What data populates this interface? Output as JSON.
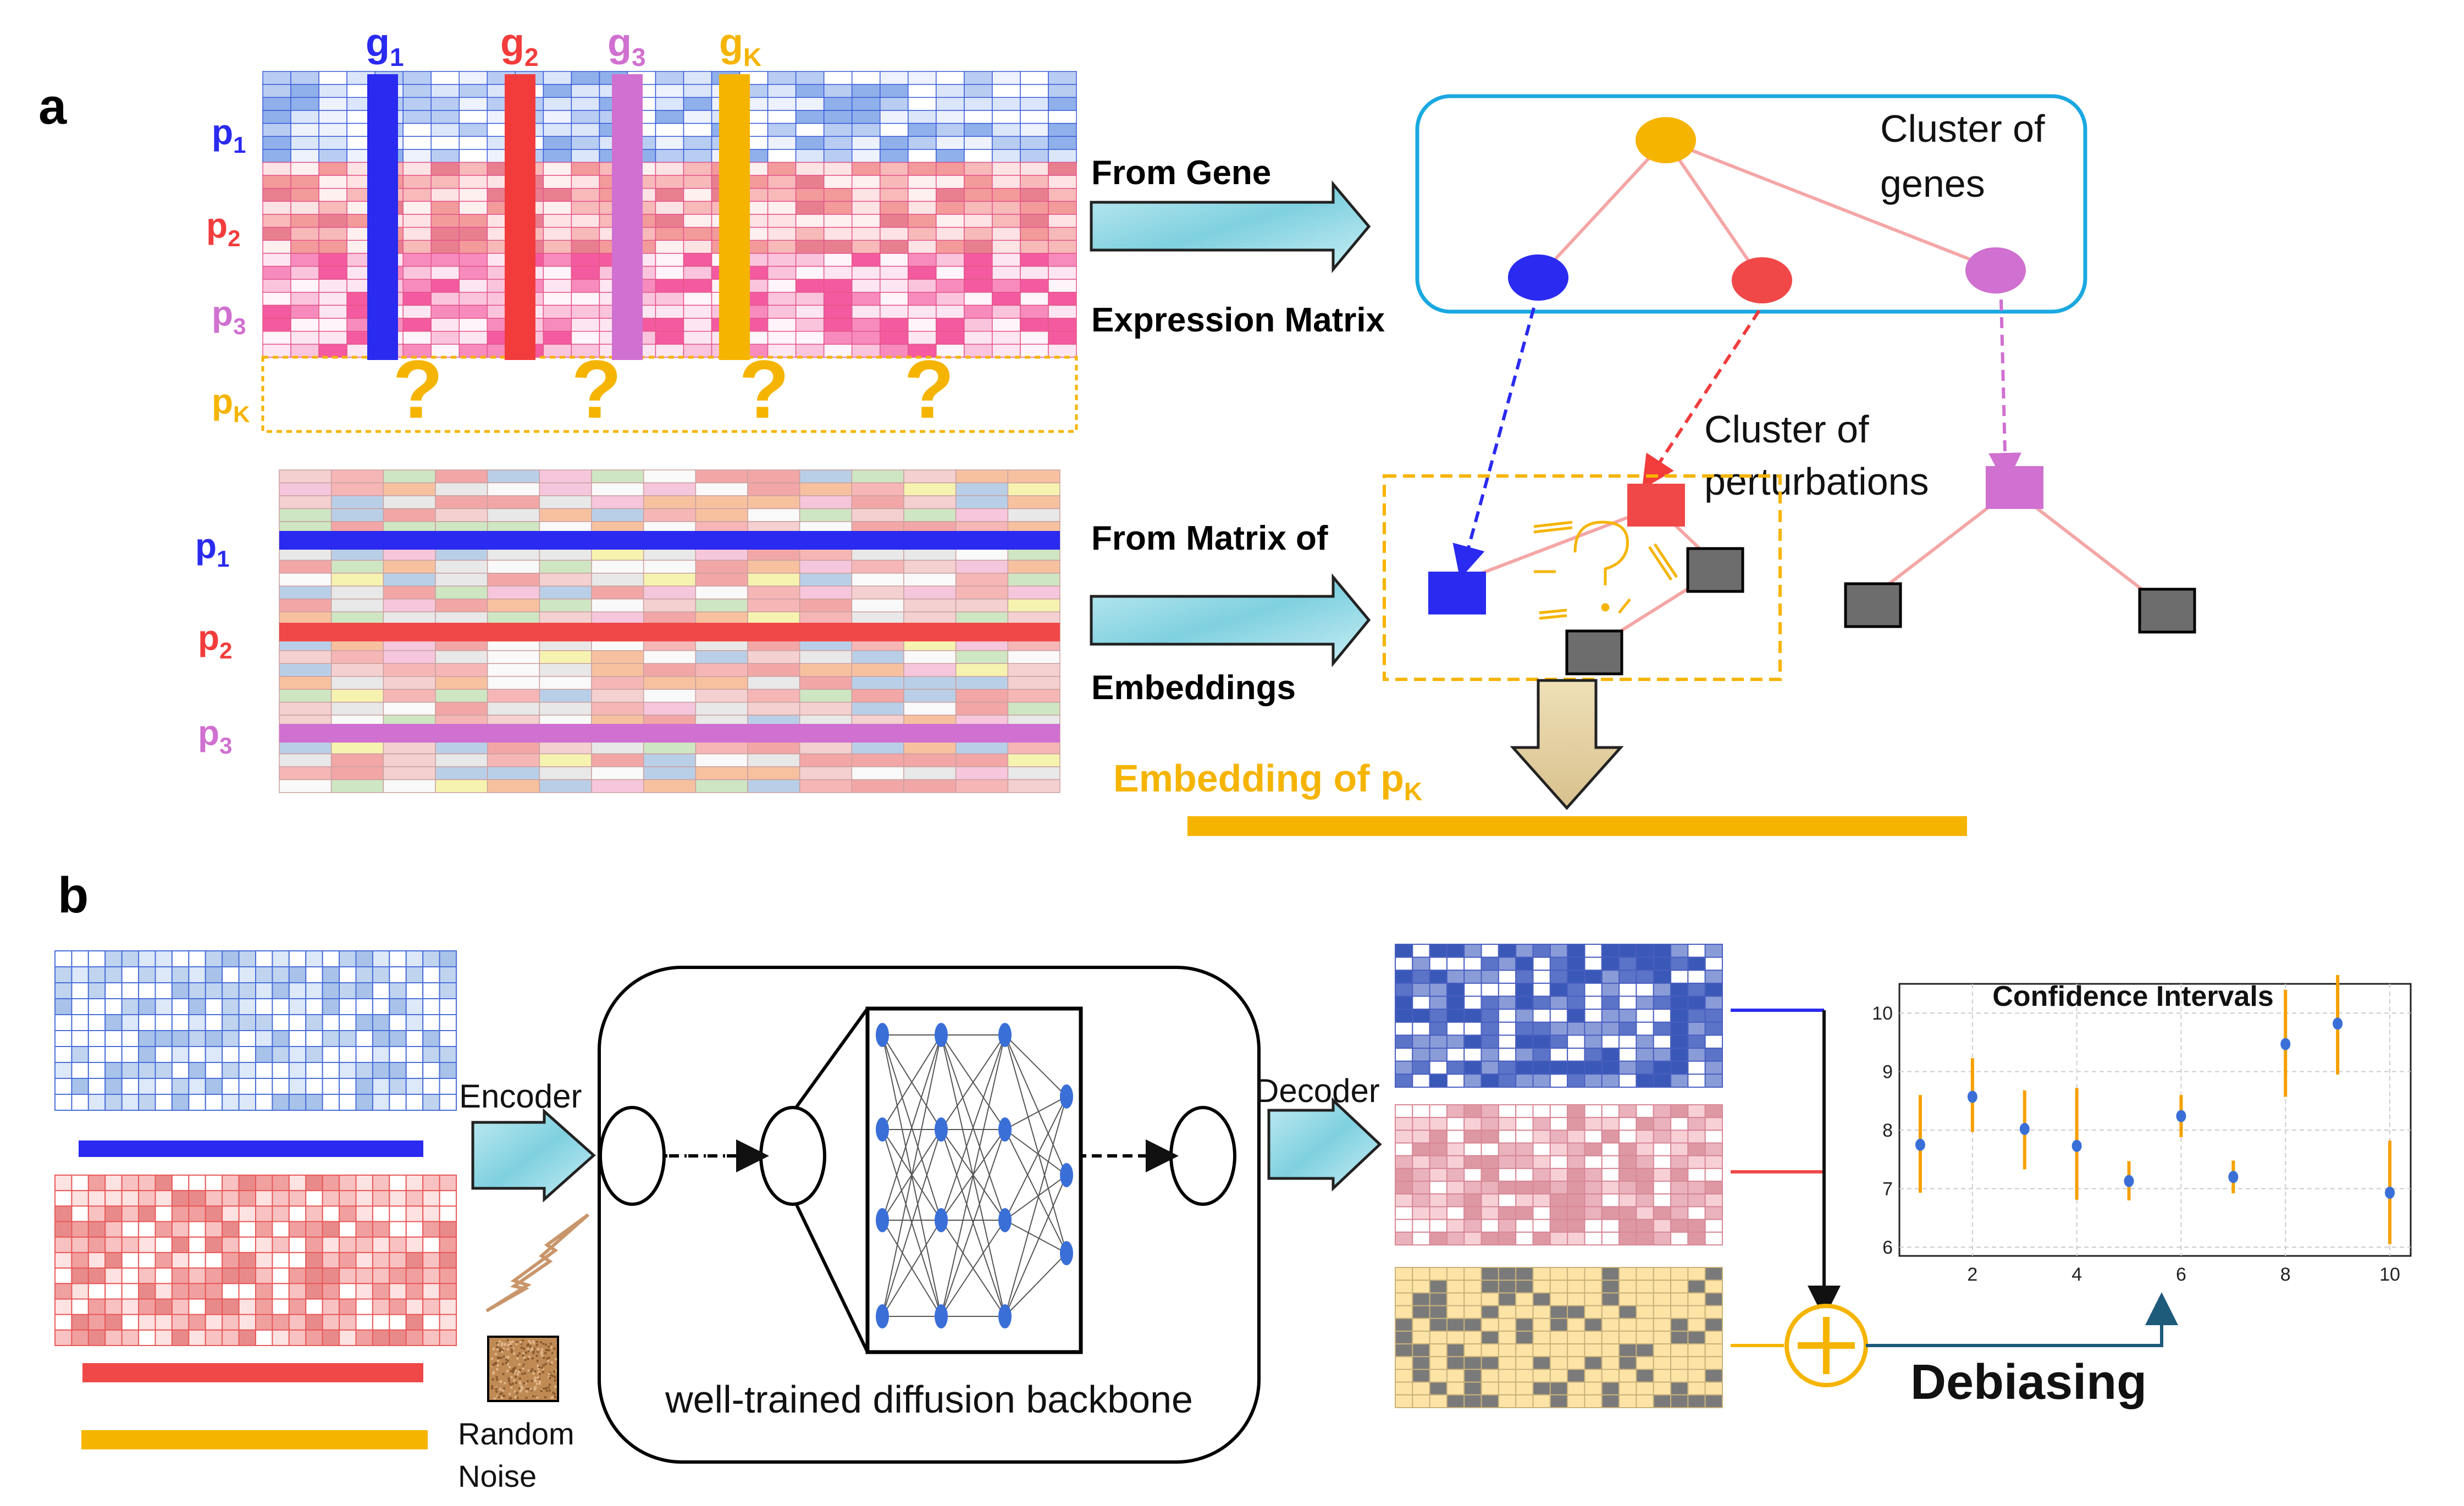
{
  "panel_a": {
    "label": "a",
    "gene_labels": [
      "g1",
      "g2",
      "g3",
      "gK"
    ],
    "gene_colors": [
      "#2a2af0",
      "#f23c3c",
      "#d070d0",
      "#f5b400"
    ],
    "row_labels_top": [
      "p1",
      "p2",
      "p3",
      "pK"
    ],
    "row_labels_bottom": [
      "p1",
      "p2",
      "p3"
    ],
    "question_mark": "?",
    "arrow1_line1": "From Gene",
    "arrow1_line2": "Expression Matrix",
    "arrow2_line1": "From Matrix of",
    "arrow2_line2": "Embeddings",
    "cluster_genes_line1": "Cluster of",
    "cluster_genes_line2": "genes",
    "cluster_pert_line1": "Cluster of",
    "cluster_pert_line2": "perturbations",
    "embedding_label": "Embedding of pK"
  },
  "panel_b": {
    "label": "b",
    "encoder": "Encoder",
    "decoder": "Decoder",
    "noise_line1": "Random",
    "noise_line2": "Noise",
    "backbone": "well-trained diffusion backbone",
    "debiasing": "Debiasing"
  },
  "chart_data": {
    "type": "scatter",
    "title": "Confidence Intervals",
    "x": [
      1,
      2,
      3,
      4,
      5,
      6,
      7,
      8,
      9,
      10
    ],
    "y": [
      7.75,
      8.57,
      8.02,
      7.73,
      7.13,
      8.24,
      7.2,
      9.47,
      9.82,
      6.93
    ],
    "lower": [
      6.93,
      7.97,
      7.33,
      6.81,
      6.8,
      7.88,
      6.92,
      8.57,
      8.95,
      6.05
    ],
    "upper": [
      8.6,
      9.23,
      8.68,
      8.72,
      7.47,
      8.6,
      7.48,
      10.4,
      10.65,
      7.82
    ],
    "xticks": [
      2,
      4,
      6,
      8,
      10
    ],
    "yticks": [
      6,
      7,
      8,
      9,
      10
    ],
    "xlim": [
      0.6,
      10.4
    ],
    "ylim": [
      5.85,
      10.5
    ],
    "grid": true,
    "point_color": "#3a6fd8",
    "ci_color": "#f5a000"
  }
}
